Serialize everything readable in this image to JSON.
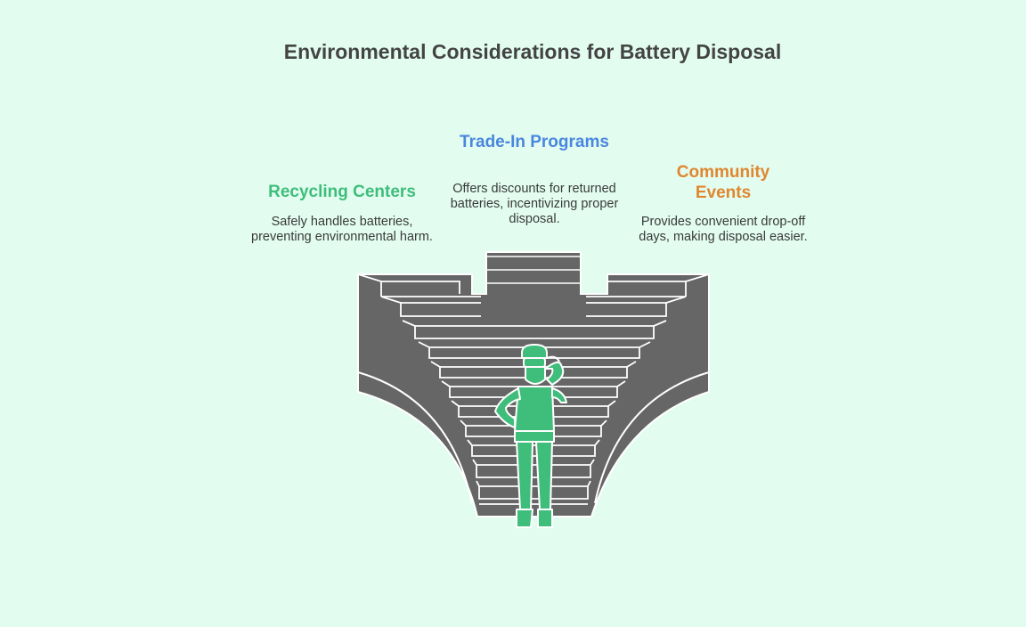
{
  "title": "Environmental Considerations for Battery Disposal",
  "options": [
    {
      "id": "recycling",
      "title": "Recycling Centers",
      "description": "Safely handles batteries, preventing environmental harm.",
      "color": "#3fbd7a"
    },
    {
      "id": "trade_in",
      "title": "Trade-In Programs",
      "description": "Offers discounts for returned batteries, incentivizing proper disposal.",
      "color": "#4a86e0"
    },
    {
      "id": "community",
      "title": "Community Events",
      "description": "Provides convenient drop-off days, making disposal easier.",
      "color": "#e0862e"
    }
  ],
  "colors": {
    "background": "#e2fdf0",
    "stairs": "#666666",
    "figure": "#3fbd7a"
  },
  "icons": [
    "stairs-illustration",
    "person-figure-icon"
  ]
}
